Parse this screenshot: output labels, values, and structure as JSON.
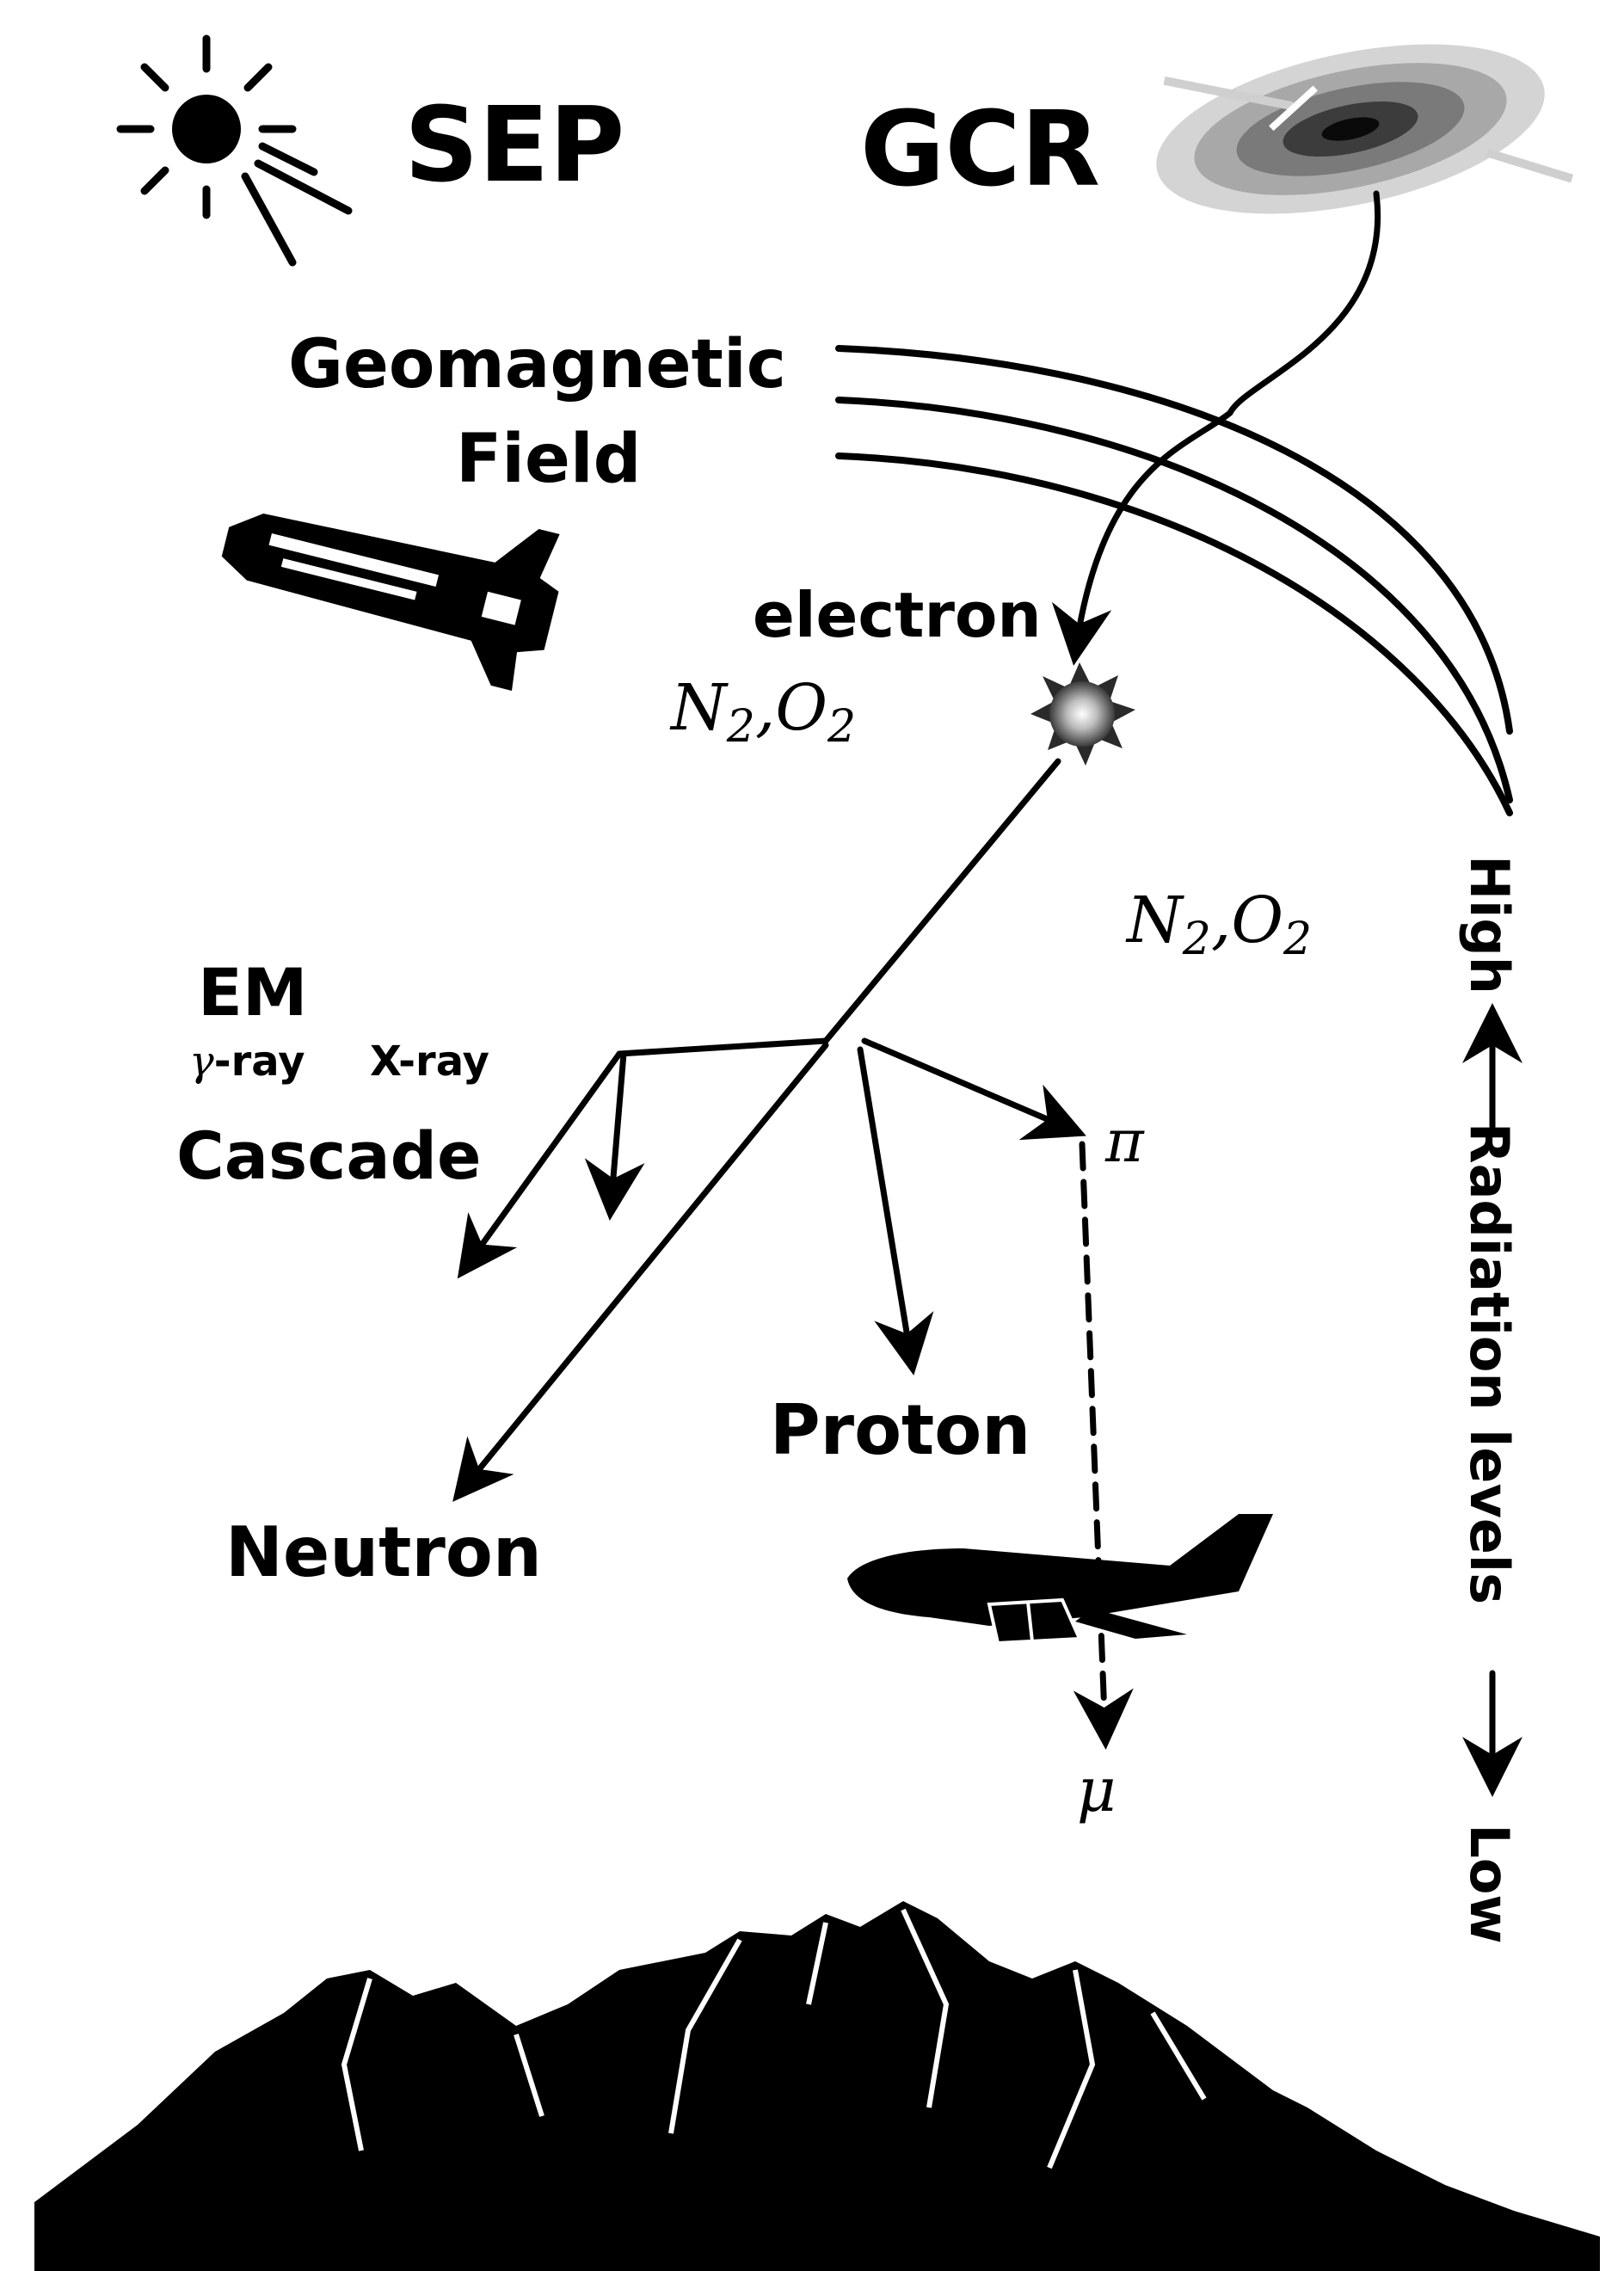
{
  "sources": {
    "sep_label": "SEP",
    "gcr_label": "GCR"
  },
  "field": {
    "line1": "Geomagnetic",
    "line2": "Field"
  },
  "collision": {
    "electron_label": "electron",
    "molecules_upper": {
      "base1": "N",
      "sub1": "2",
      "sep": ",",
      "base2": "O",
      "sub2": "2"
    },
    "molecules_lower": {
      "base1": "N",
      "sub1": "2",
      "sep": ",",
      "base2": "O",
      "sub2": "2"
    }
  },
  "cascade": {
    "em_label": "EM",
    "gamma_symbol": "γ",
    "gamma_suffix": "-ray",
    "xray_label": "X-ray",
    "cascade_label": "Cascade"
  },
  "particles": {
    "pion": "π",
    "proton": "Proton",
    "neutron": "Neutron",
    "muon": "μ"
  },
  "radiation_scale": {
    "high": "High",
    "title": "Radiation levels",
    "low": "Low"
  },
  "icons": [
    "sun-icon",
    "galaxy-icon",
    "space-shuttle-icon",
    "burst-icon",
    "airplane-icon",
    "mountains-icon"
  ],
  "colors": {
    "ink": "#000000",
    "background": "#ffffff",
    "galaxy_mid": "#7a7a7a",
    "galaxy_light": "#cfcfcf"
  }
}
